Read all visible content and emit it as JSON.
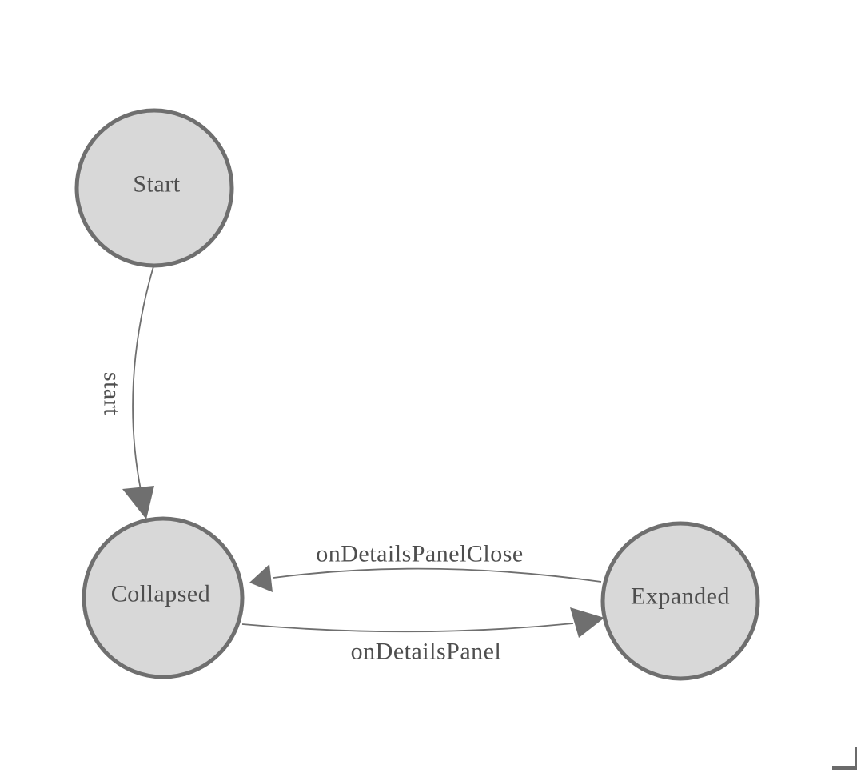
{
  "diagram": {
    "type": "state-machine",
    "nodes": [
      {
        "id": "Start",
        "label": "Start"
      },
      {
        "id": "Collapsed",
        "label": "Collapsed"
      },
      {
        "id": "Expanded",
        "label": "Expanded"
      }
    ],
    "edges": [
      {
        "from": "Start",
        "to": "Collapsed",
        "label": "start"
      },
      {
        "from": "Collapsed",
        "to": "Expanded",
        "label": "onDetailsPanel"
      },
      {
        "from": "Expanded",
        "to": "Collapsed",
        "label": "onDetailsPanelClose"
      }
    ],
    "colors": {
      "background": "#ffffff",
      "node_fill": "#d8d8d8",
      "node_stroke": "#6f6f6f",
      "edge_stroke": "#6f6f6f",
      "arrowhead": "#6f6f6f",
      "text": "#4e4e4e",
      "corner_mark": "#6b6b6b"
    }
  }
}
